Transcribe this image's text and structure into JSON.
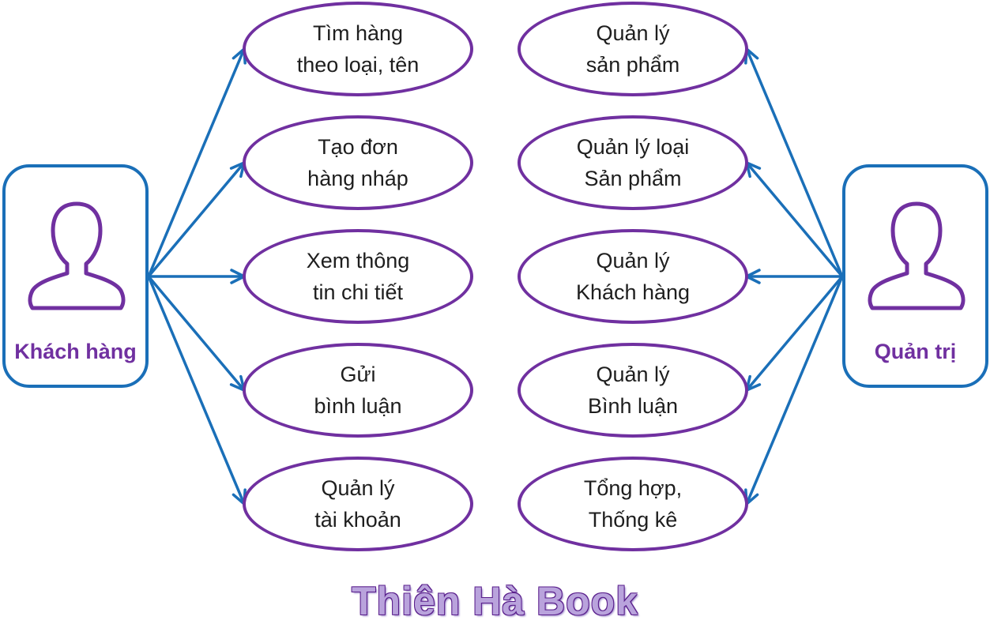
{
  "colors": {
    "actor_border": "#1a6fb8",
    "arrow": "#1a6fb8",
    "usecase_border": "#7030a0",
    "actor_text": "#7030a0",
    "icon_stroke": "#7030a0"
  },
  "actors": {
    "left": {
      "label": "Khách hàng",
      "icon": "user-icon"
    },
    "right": {
      "label": "Quản trị",
      "icon": "user-icon"
    }
  },
  "usecases_left": [
    {
      "line1": "Tìm hàng",
      "line2": "theo loại, tên"
    },
    {
      "line1": "Tạo đơn",
      "line2": "hàng nháp"
    },
    {
      "line1": "Xem thông",
      "line2": "tin chi tiết"
    },
    {
      "line1": "Gửi",
      "line2": "bình luận"
    },
    {
      "line1": "Quản lý",
      "line2": "tài khoản"
    }
  ],
  "usecases_right": [
    {
      "line1": "Quản lý",
      "line2": "sản phẩm"
    },
    {
      "line1": "Quản lý loại",
      "line2": "Sản phẩm"
    },
    {
      "line1": "Quản lý",
      "line2": "Khách hàng"
    },
    {
      "line1": "Quản lý",
      "line2": "Bình luận"
    },
    {
      "line1": "Tổng hợp,",
      "line2": "Thống kê"
    }
  ],
  "title": "Thiên Hà Book"
}
